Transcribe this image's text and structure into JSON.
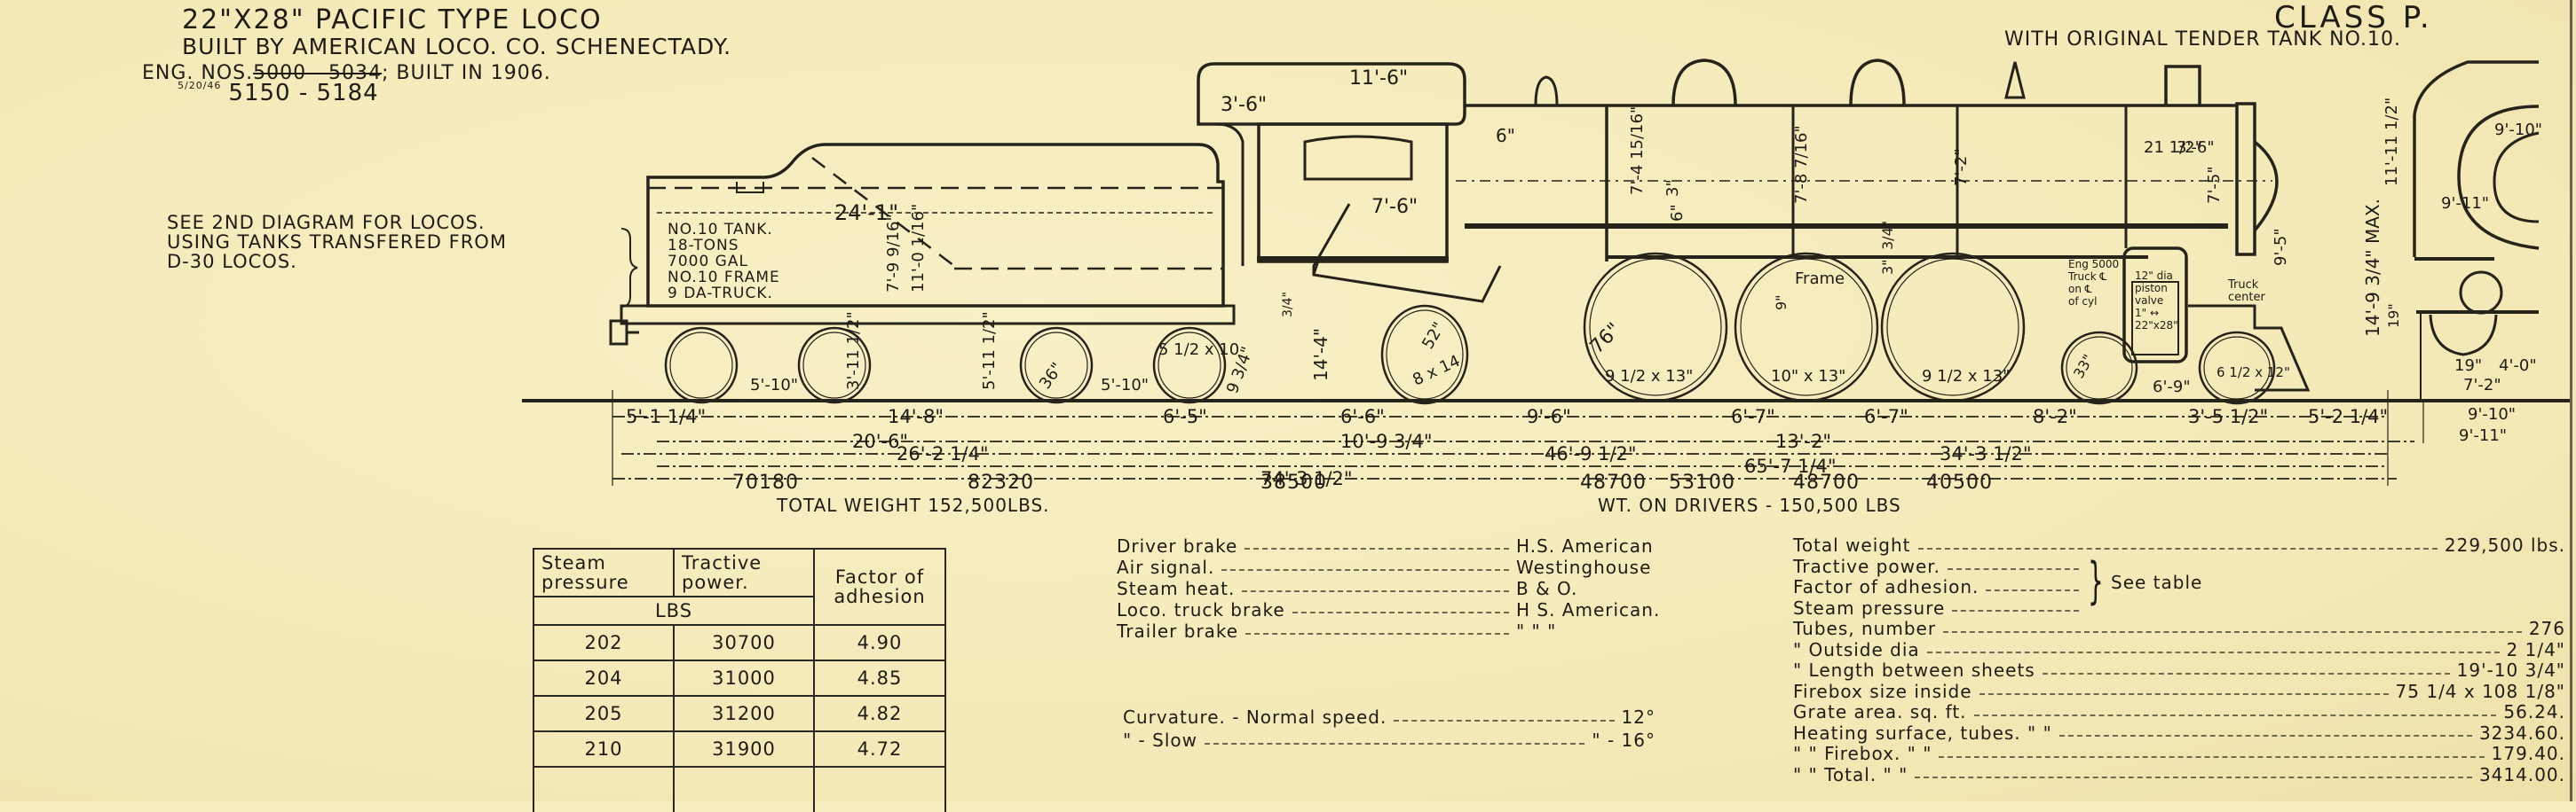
{
  "header": {
    "title": "22\"x28\" Pacific Type Loco",
    "builder": "Built by American Loco. Co. Schenectady.",
    "eng_prefix": "Eng. Nos.",
    "eng_nos_struck": "5000 - 5034",
    "built": "; Built in 1906.",
    "revision_note": "5/20/46",
    "eng_nos_new": "5150 - 5184",
    "class": "Class P.",
    "tender_note": "With original tender tank No.10."
  },
  "side_note": "See 2ND diagram for locos.\nUsing tanks transfered from\nD-30 locos.",
  "tender_spec": "No.10 Tank.\n18-Tons\n7000 Gal\nNo.10 Frame\n9 DA-Truck.",
  "diagram_labels": {
    "tender_length": "24'-1\"",
    "tender_h1": "7'-9 9/16\"",
    "tender_h2": "11'-0 1/16\"",
    "tender_wheel_h1": "3'-11 1/2\"",
    "tender_wheel_h2": "5'-11 1/2\"",
    "tender_wheel_dia": "36\"",
    "tender_journal": "5 1/2 x 10",
    "tender_truck_wb_1": "5'-10\"",
    "tender_truck_wb_2": "5'-10\"",
    "drawbar_h": "9 3/4\"",
    "cab_width": "11'-6\"",
    "cab_overhang": "3'-6\"",
    "cab_inner": "7'-6\"",
    "cab_gap": "6\"",
    "cab_height": "14'-4\"",
    "trailer_dia": "52\"",
    "trailer_journal": "8 x 14",
    "drawbar_3_4": "3/4\"",
    "boiler_h1": "7'-4 15/16\"",
    "boiler_h2": "7'-8 7/16\"",
    "boiler_h3": "7'-2\"",
    "boiler_h4": "7'-5\"",
    "boiler_offset_3": "3\"",
    "boiler_offset_6": "6\"",
    "boiler_offset_3_4": "3/4\"",
    "boiler_offset_3b": "3\"",
    "frame": "Frame",
    "frame_9": "9\"",
    "driver_dia": "76\"",
    "driver_journal_1": "9 1/2 x 13\"",
    "driver_journal_2": "10\" x 13\"",
    "driver_journal_3": "9 1/2 x 13\"",
    "smokebox_1": "21 1/2\"",
    "smokebox_2": "3'-6\"",
    "cylinder_note": "Eng 5000\nTruck ℄\non ℄\nof cyl",
    "piston_valve": "12\" dia\npiston\nvalve\n1\" ↔\n22\"x28\"",
    "truck_center": "Truck\ncenter",
    "truck_dia": "33\"",
    "truck_journal": "6 1/2 x 12\"",
    "truck_wb": "6'-9\"",
    "height_9_5": "9'-5\"",
    "max_height": "14'-9 3/4\" MAX.",
    "height_11": "11'-11 1/2\"",
    "height_19": "19\"",
    "front_9_10_top": "9'-10\"",
    "front_9_11_mid": "9'-11\"",
    "front_19": "19\"",
    "front_4_0": "4'-0\"",
    "front_7_2": "7'-2\"",
    "front_9_10": "9'-10\"",
    "front_9_11": "9'-11\""
  },
  "dimensions": {
    "row1": [
      "5'-1 1/4\"",
      "14'-8\"",
      "6'-5\"",
      "6'-6\"",
      "9'-6\"",
      "6'-7\"",
      "6'-7\"",
      "8'-2\"",
      "3'-5 1/2\"",
      "5'-2 1/4\""
    ],
    "row2": [
      "20'-6\"",
      "10'-9 3/4\"",
      "13'-2\""
    ],
    "row3": [
      "26'-2 1/4\"",
      "46'-9 1/2\"",
      "34'-3 1/2\""
    ],
    "row4": [
      "65'-7 1/4\""
    ],
    "overall": "74'-3 1/2\""
  },
  "weights": {
    "values": [
      "70180",
      "82320",
      "38500",
      "48700",
      "53100",
      "48700",
      "40500"
    ],
    "total_tender": "Total weight 152,500lbs.",
    "on_drivers": "Wt. on drivers - 150,500 lbs"
  },
  "steam_table": {
    "headers": [
      "Steam pressure",
      "Tractive power.",
      "Factor of adhesion"
    ],
    "unit_row": "LBS",
    "rows": [
      [
        "202",
        "30700",
        "4.90"
      ],
      [
        "204",
        "31000",
        "4.85"
      ],
      [
        "205",
        "31200",
        "4.82"
      ],
      [
        "210",
        "31900",
        "4.72"
      ]
    ]
  },
  "equipment": [
    {
      "label": "Driver brake",
      "value": "H.S. American"
    },
    {
      "label": "Air signal.",
      "value": "Westinghouse"
    },
    {
      "label": "Steam heat.",
      "value": "B & O."
    },
    {
      "label": "Loco. truck brake",
      "value": "H S. American."
    },
    {
      "label": "Trailer brake",
      "value": "\" \"     \""
    }
  ],
  "curvature": [
    {
      "label": "Curvature. - Normal speed.",
      "value": "12°"
    },
    {
      "label": "\" - Slow",
      "value": "\" - 16°"
    }
  ],
  "specs": [
    {
      "label": "Total weight",
      "value": "229,500 lbs."
    },
    {
      "label": "Tractive power.",
      "value": ""
    },
    {
      "label": "Factor of adhesion.",
      "value": ""
    },
    {
      "label": "Steam pressure",
      "value": ""
    },
    {
      "label": "Tubes, number",
      "value": "276"
    },
    {
      "label": "  \"  Outside dia",
      "value": "2 1/4\""
    },
    {
      "label": "  \"  Length between sheets",
      "value": "19'-10 3/4\""
    },
    {
      "label": "Firebox size inside",
      "value": "75 1/4 x 108 1/8\""
    },
    {
      "label": "Grate area.   sq. ft.",
      "value": "56.24."
    },
    {
      "label": "Heating surface, tubes.  \"  \"",
      "value": "3234.60."
    },
    {
      "label": "   \"   \"   Firebox.  \"  \"",
      "value": "179.40."
    },
    {
      "label": "   \"   \"   Total.  \"  \"",
      "value": "3414.00."
    }
  ],
  "see_table": "See table"
}
